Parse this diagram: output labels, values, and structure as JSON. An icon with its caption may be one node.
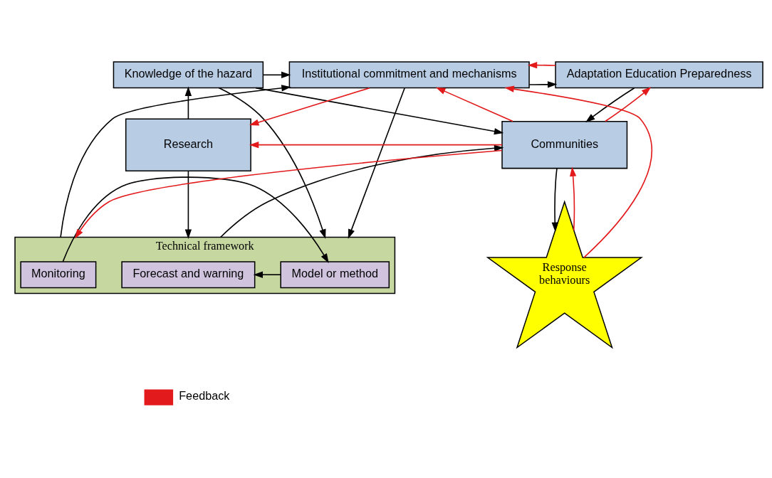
{
  "diagram": {
    "nodes": [
      {
        "text": [
          "Knowledge of the hazard"
        ]
      },
      {
        "text": [
          "Institutional commitment and mechanisms"
        ]
      },
      {
        "text": [
          "Adaptation Education Preparedness"
        ]
      },
      {
        "text": [
          "Research"
        ]
      },
      {
        "text": [
          "Communities"
        ]
      },
      {
        "text": [
          "Technical framework"
        ]
      },
      {
        "text": [
          "Monitoring"
        ],
        "in": 5
      },
      {
        "text": [
          "Model or method"
        ],
        "in": 5
      },
      {
        "text": [
          "Forecast and warning"
        ],
        "in": 5
      },
      {
        "text": [
          "Response behaviours"
        ]
      }
    ],
    "edges": [
      {
        "from": 0,
        "to": 1,
        "arrow": "to"
      },
      {
        "from": 1,
        "to": 2,
        "arrow": "to"
      },
      {
        "from": 3,
        "to": 0,
        "arrow": "to"
      },
      {
        "from": 0,
        "to": 4,
        "arrow": "to"
      },
      {
        "from": 0,
        "to": 5,
        "arrow": "to"
      },
      {
        "from": 3,
        "to": 5,
        "arrow": "to"
      },
      {
        "from": 5,
        "to": 1,
        "arrow": "to"
      },
      {
        "from": 1,
        "to": 5,
        "arrow": "to"
      },
      {
        "from": 5,
        "to": 4,
        "arrow": "to"
      },
      {
        "from": 2,
        "to": 4,
        "arrow": "to"
      },
      {
        "from": 4,
        "to": 9,
        "arrow": "to"
      },
      {
        "from": 6,
        "to": 7,
        "arrow": "to"
      },
      {
        "from": 7,
        "to": 8,
        "arrow": "to"
      },
      {
        "from": 2,
        "to": 1,
        "arrow": "to",
        "color": "#e31a1c"
      },
      {
        "from": 1,
        "to": 3,
        "arrow": "to",
        "color": "#e31a1c"
      },
      {
        "from": 4,
        "to": 1,
        "arrow": "to",
        "color": "#e31a1c"
      },
      {
        "from": 9,
        "to": 1,
        "arrow": "to",
        "color": "#e31a1c"
      },
      {
        "from": 4,
        "to": 3,
        "arrow": "to",
        "color": "#e31a1c"
      },
      {
        "from": 4,
        "to": 5,
        "arrow": "to",
        "color": "#e31a1c"
      },
      {
        "from": 4,
        "to": 2,
        "arrow": "to",
        "color": "#e31a1c"
      },
      {
        "from": 9,
        "to": 4,
        "arrow": "to",
        "color": "#e31a1c"
      }
    ],
    "legend": [
      {
        "text": "Feedback",
        "color": "#e31a1c"
      }
    ]
  }
}
